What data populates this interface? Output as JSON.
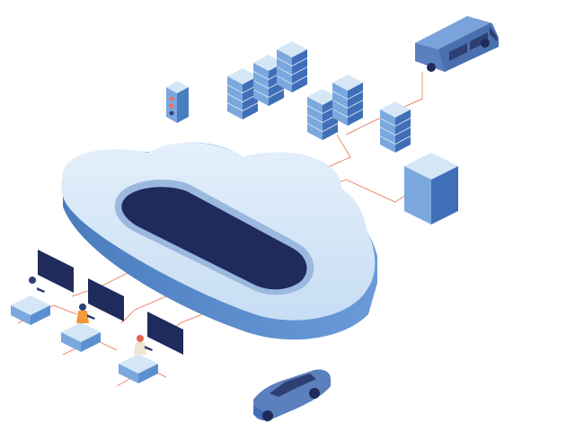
{
  "colors": {
    "background": "#ffffff",
    "cloud_top": "#d5e7f6",
    "cloud_side": "#5b8fd0",
    "cloud_side_dark": "#4a7dbf",
    "screen": "#1f2b5c",
    "screen_rim": "#9bb9df",
    "link_line": "#ef8a74",
    "server_light": "#c9def4",
    "server_mid": "#7aa7de",
    "server_dark": "#3f6fb6",
    "vehicle_body": "#5c7fbd",
    "vehicle_dark": "#2d3f73",
    "monitor": "#1f2b5c",
    "desk": "#d5e7f6"
  },
  "elements": {
    "cloud": "cloud-platform",
    "server_racks": 7,
    "storage_block": "storage-cube",
    "traffic_light": "traffic-light-icon",
    "van": "van-icon",
    "car": "car-icon",
    "workstations": 3
  }
}
